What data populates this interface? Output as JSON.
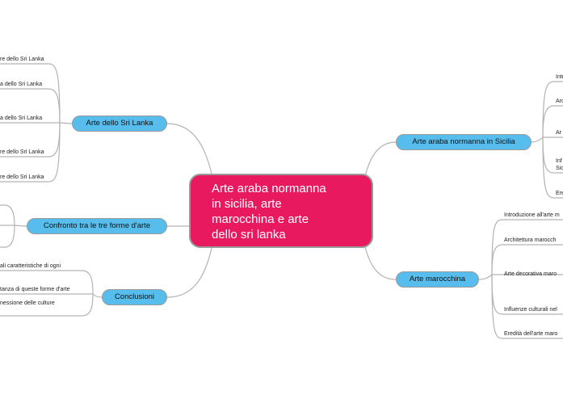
{
  "central": {
    "text": "Arte araba normanna\nin sicilia, arte\nmarocchina e arte\ndello sri lanka"
  },
  "branches": {
    "sicilia": {
      "label": "Arte araba normanna in Sicilia",
      "items": [
        "Intr",
        "Arc",
        "Ar",
        "Inf\nSic",
        "Ere"
      ]
    },
    "marocchina": {
      "label": "Arte marocchina",
      "items": [
        "Introduzione all'arte m",
        "Architettura marocch",
        "Arte decorativa maro",
        "Influenze culturali nel",
        "Eredità dell'arte maro"
      ]
    },
    "srilanka": {
      "label": "Arte dello Sri Lanka",
      "items": [
        "re dello Sri Lanka",
        "a dello Sri Lanka",
        "a dello Sri Lanka",
        "re dello Sri Lanka",
        "re dello Sri Lanka"
      ]
    },
    "confronto": {
      "label": "Confronto tra le tre forme d'arte"
    },
    "conclusioni": {
      "label": "Conclusioni",
      "items": [
        "ali caratteristiche di ogni",
        "tanza di queste forme d'arte",
        "nessione delle culture"
      ]
    }
  },
  "colors": {
    "central": "#e8195f",
    "branch": "#56bdec",
    "link": "#b3b3b3"
  }
}
